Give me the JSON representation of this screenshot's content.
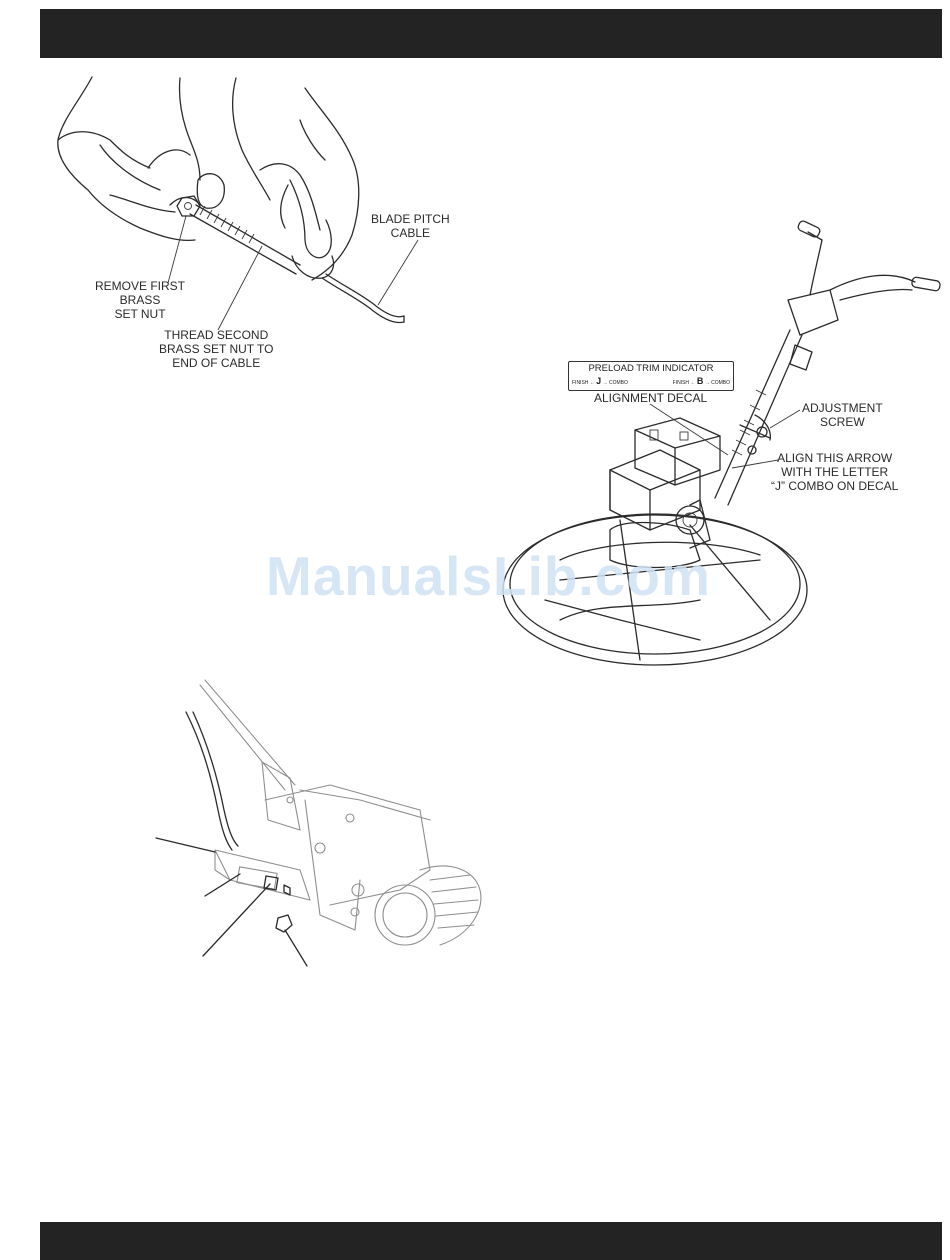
{
  "figure1": {
    "label_cable": [
      "BLADE PITCH",
      "CABLE"
    ],
    "label_remove": [
      "REMOVE FIRST",
      "BRASS",
      "SET NUT"
    ],
    "label_thread": [
      "THREAD SECOND",
      "BRASS SET NUT TO",
      "END OF CABLE"
    ]
  },
  "figure2": {
    "decal_title": "PRELOAD TRIM INDICATOR",
    "decal_left_small1": "FINISH",
    "decal_left_letter": "J",
    "decal_left_small2": "COMBO",
    "decal_right_small1": "FINISH",
    "decal_right_letter": "B",
    "decal_right_small2": "COMBO",
    "label_decal": "ALIGNMENT DECAL",
    "label_screw": [
      "ADJUSTMENT",
      "SCREW"
    ],
    "label_arrow": [
      "ALIGN THIS ARROW",
      "WITH THE LETTER",
      "“J” COMBO ON DECAL"
    ]
  },
  "watermark": "ManualsLib.com",
  "icons": {
    "arrow_left": "arrow-left-icon",
    "arrow_right": "arrow-right-icon"
  }
}
